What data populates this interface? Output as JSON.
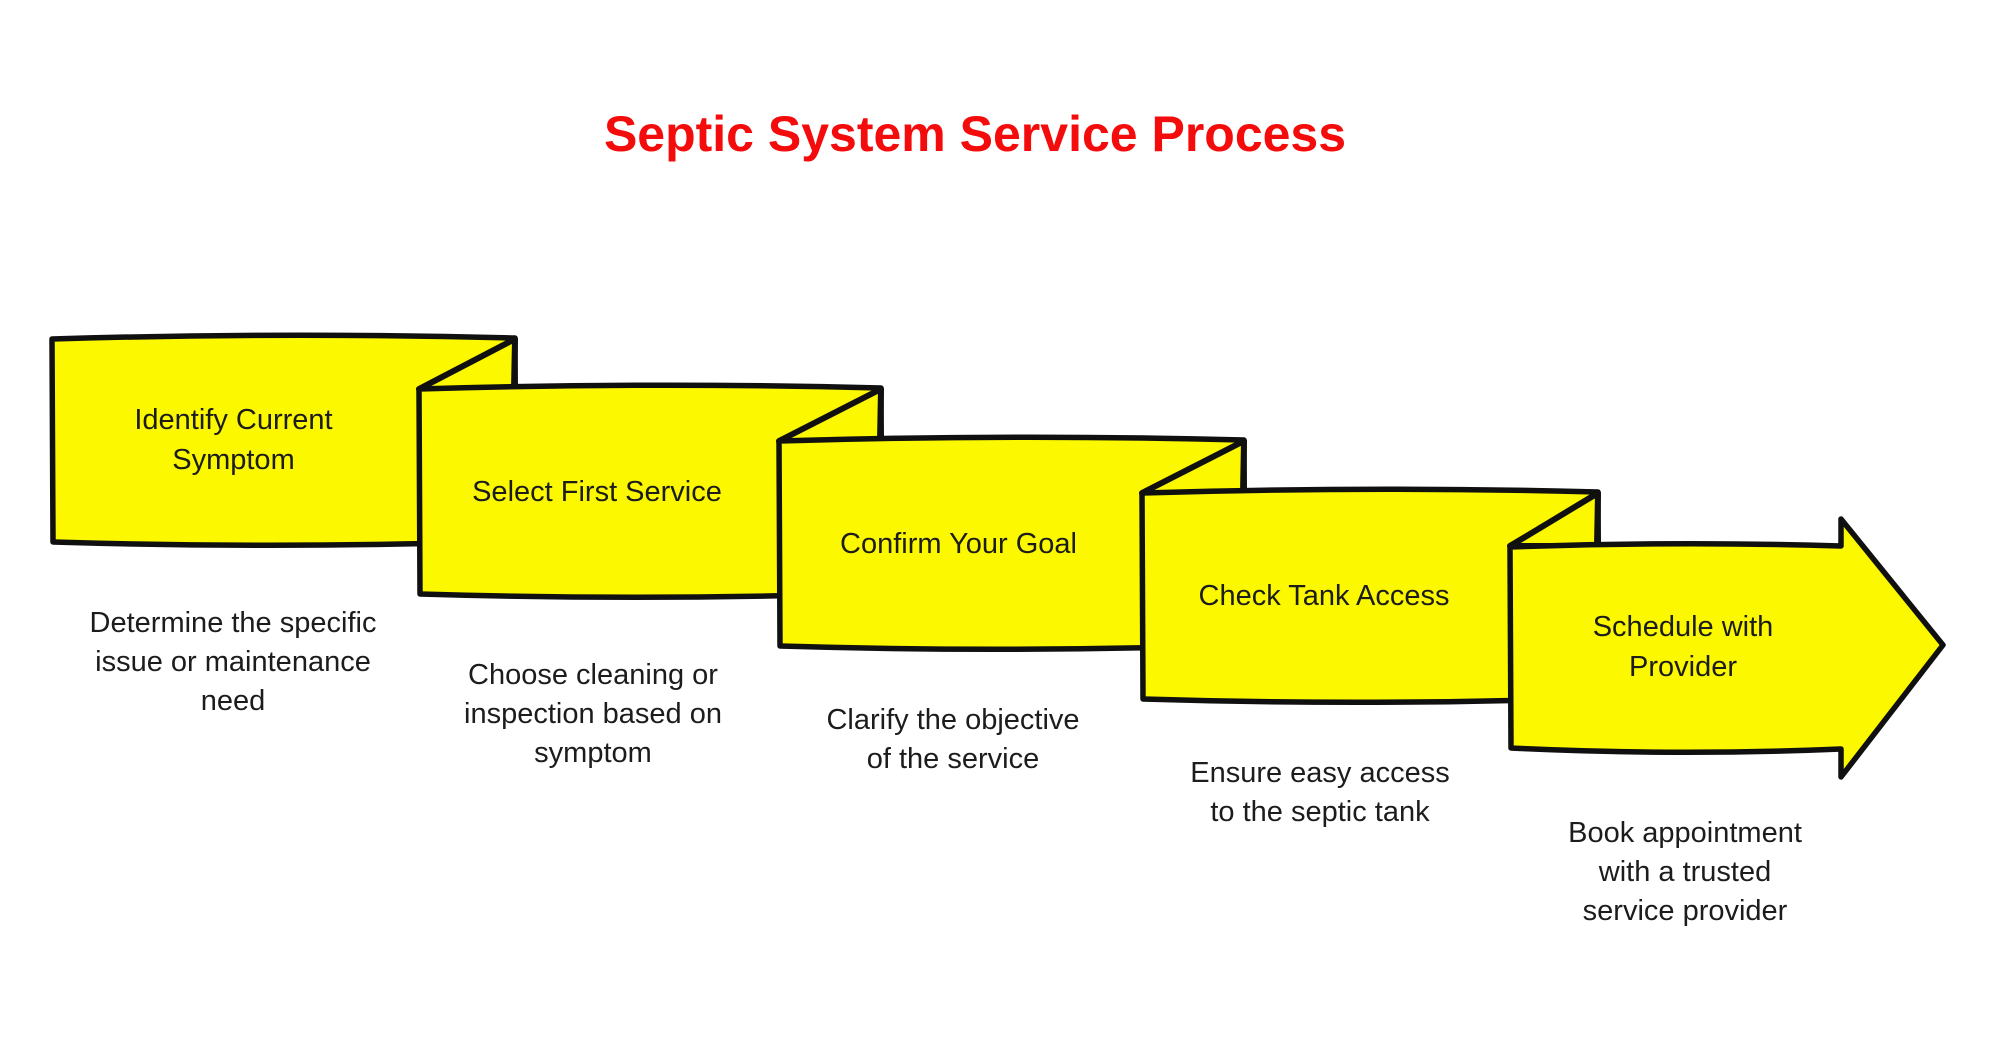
{
  "title": {
    "text": "Septic System Service Process",
    "color": "#f40b0b"
  },
  "steps": [
    {
      "label": "Identify Current\nSymptom",
      "description": "Determine the specific\nissue or maintenance\nneed"
    },
    {
      "label": "Select First Service",
      "description": "Choose cleaning or\ninspection based on\nsymptom"
    },
    {
      "label": "Confirm Your Goal",
      "description": "Clarify the objective\nof the service"
    },
    {
      "label": "Check Tank Access",
      "description": "Ensure easy access\nto the septic tank"
    },
    {
      "label": "Schedule with\nProvider",
      "description": "Book appointment\nwith a trusted\nservice provider"
    }
  ],
  "colors": {
    "shape_fill": "#fbf800",
    "shape_stroke": "#101010",
    "title_color": "#f40b0b",
    "text_color": "#1c1c1c",
    "background": "#ffffff"
  }
}
